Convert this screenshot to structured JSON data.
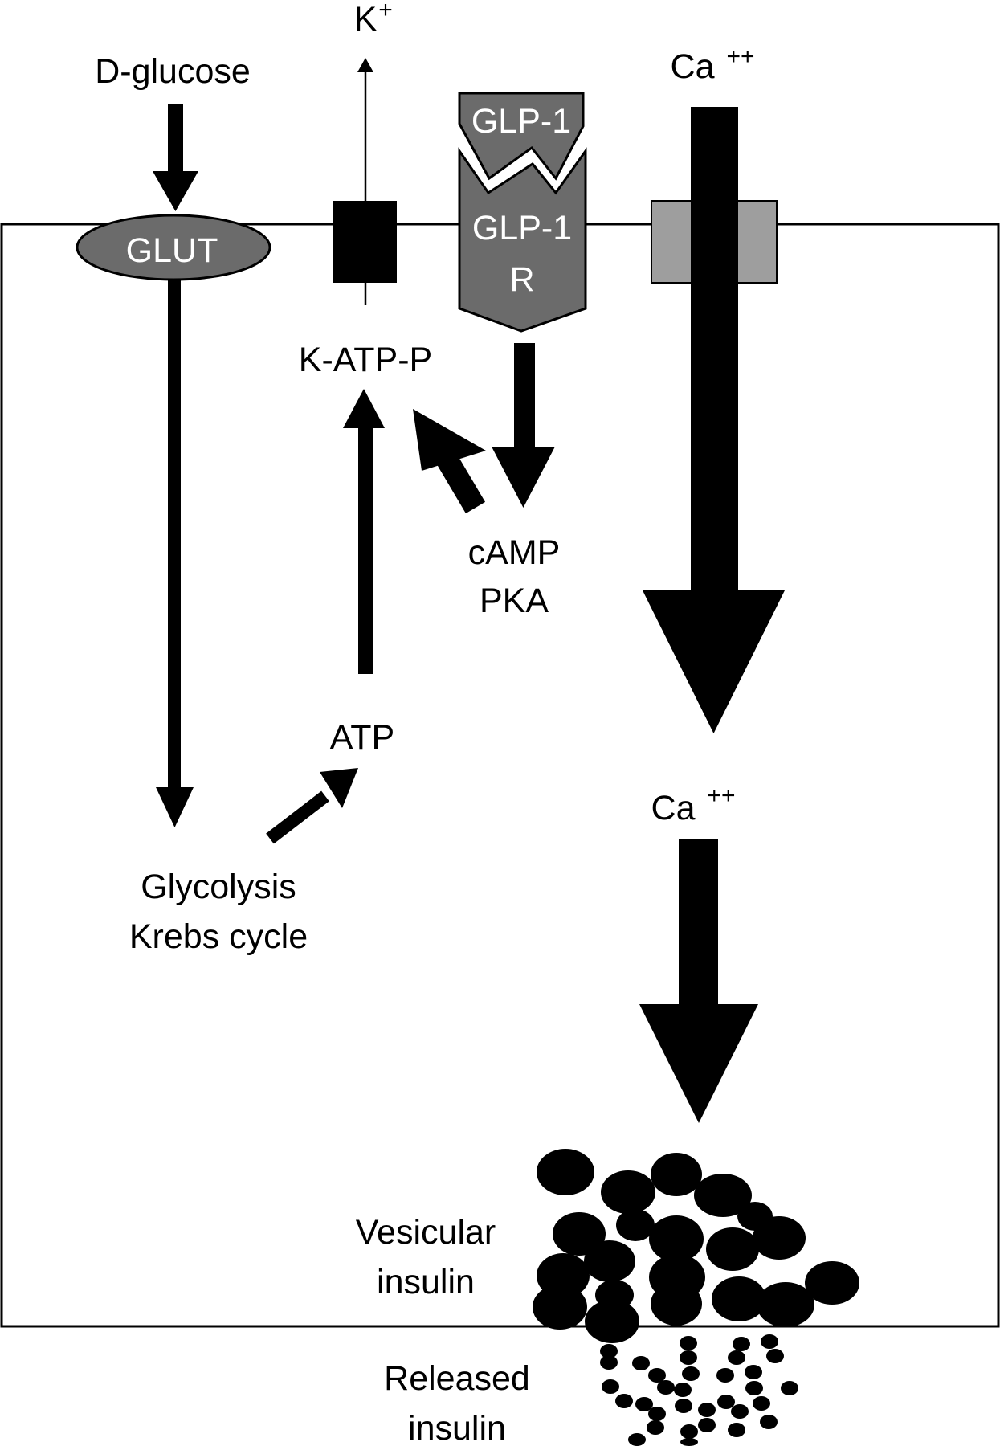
{
  "labels": {
    "d_glucose": "D-glucose",
    "k_ion_base": "K",
    "k_ion_charge": "+",
    "ca_top_base": "Ca",
    "ca_top_charge": "++",
    "glp1": "GLP-1",
    "glp1r_line1": "GLP-1",
    "glp1r_line2": "R",
    "glut": "GLUT",
    "k_atp_p": "K-ATP-P",
    "camp": "cAMP",
    "pka": "PKA",
    "atp": "ATP",
    "glycolysis": "Glycolysis",
    "krebs": "Krebs cycle",
    "ca_inner_base": "Ca",
    "ca_inner_charge": "++",
    "vesicular_line1": "Vesicular",
    "vesicular_line2": "insulin",
    "released_line1": "Released",
    "released_line2": "insulin"
  },
  "colors": {
    "background": "#ffffff",
    "ink": "#000000",
    "receptor_dark_gray": "#6b6b6b",
    "glut_gray": "#6b6b6b",
    "calcium_channel_gray": "#9e9e9e"
  }
}
